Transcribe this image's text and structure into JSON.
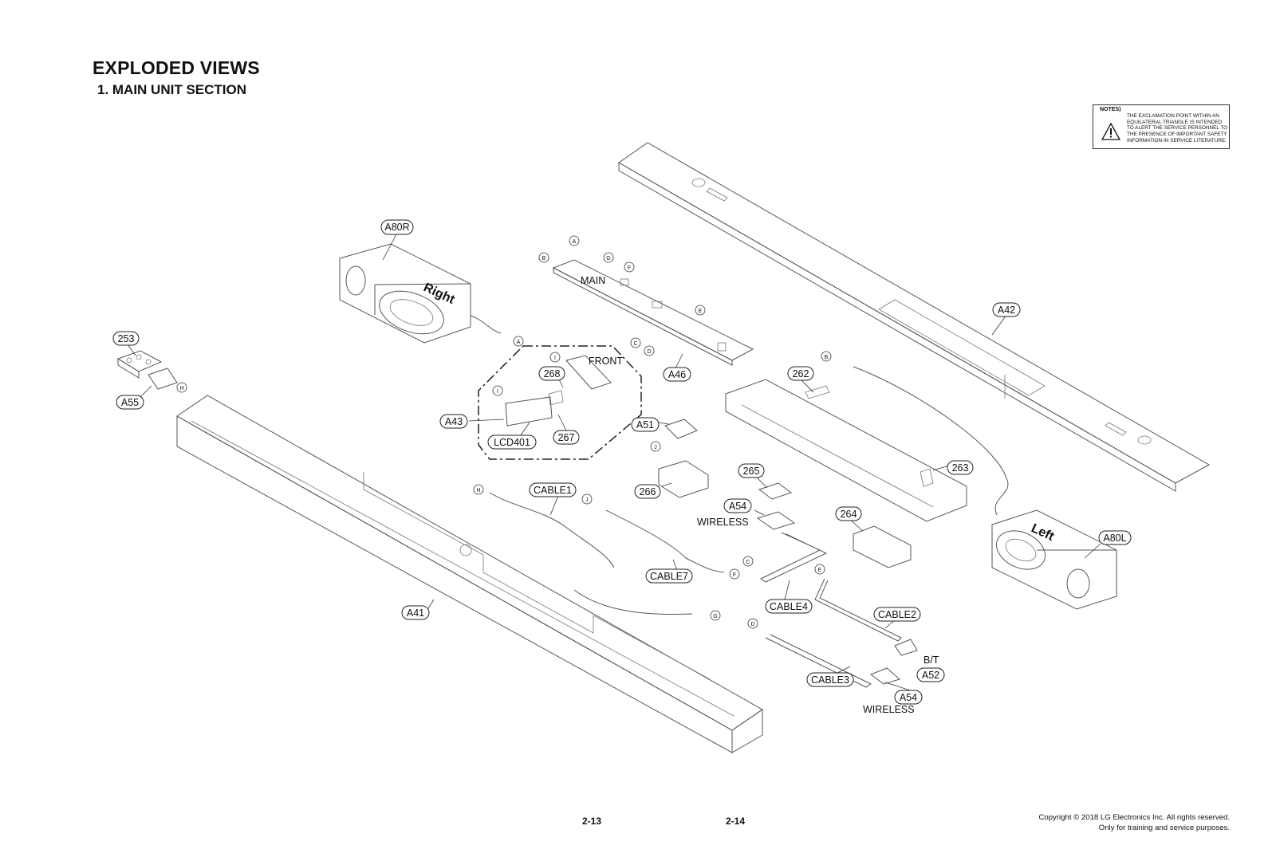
{
  "header": {
    "title": "EXPLODED VIEWS",
    "subtitle": "1. MAIN UNIT SECTION"
  },
  "notes": {
    "heading": "NOTES)",
    "text": "THE EXCLAMATION POINT WITHIN AN EQUILATERAL TRIANGLE IS INTENDED TO ALERT THE SERVICE PERSONNEL TO THE PRESENCE OF IMPORTANT SAFETY INFORMATION IN SERVICE LITERATURE.",
    "icon": "warning-triangle-icon"
  },
  "footer": {
    "page_left": "2-13",
    "page_right": "2-14",
    "copyright": "Copyright © 2018 LG Electronics Inc. All rights reserved.",
    "usage": "Only for training and service purposes."
  },
  "parts": {
    "a80r": "A80R",
    "a42": "A42",
    "a46": "A46",
    "253": "253",
    "a55": "A55",
    "268": "268",
    "a43": "A43",
    "lcd401": "LCD401",
    "267": "267",
    "a51": "A51",
    "262": "262",
    "263": "263",
    "265": "265",
    "266": "266",
    "a54_top": "A54",
    "264": "264",
    "a80l": "A80L",
    "cable1": "CABLE1",
    "cable7": "CABLE7",
    "cable4": "CABLE4",
    "cable2": "CABLE2",
    "a41": "A41",
    "a52": "A52",
    "cable3": "CABLE3",
    "a54_bottom": "A54"
  },
  "plain_labels": {
    "main": "MAIN",
    "front": "FRONT",
    "wireless_top": "WIRELESS",
    "wireless_bottom": "WIRELESS",
    "bt": "B/T",
    "right": "Right",
    "left": "Left"
  },
  "connectors": {
    "a1": "A",
    "a2": "A",
    "b1": "B",
    "b2": "B",
    "c1": "C",
    "c2": "C",
    "d1": "D",
    "d2": "D",
    "e1": "E",
    "e2": "E",
    "f1": "F",
    "f2": "F",
    "g1": "G",
    "g2": "G",
    "h1": "H",
    "h2": "H",
    "i1": "I",
    "i2": "I",
    "j1": "J",
    "j2": "J"
  }
}
